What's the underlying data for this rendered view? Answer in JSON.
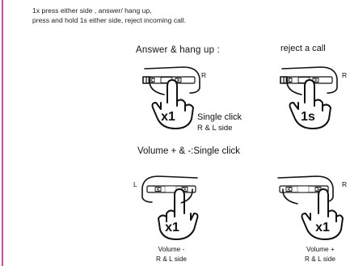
{
  "instructions": {
    "line1": "1x press either side , answer/ hang up,",
    "line2": "press and hold 1s either side, reject incoming call."
  },
  "answer_section": {
    "title": "Answer & hang up :",
    "side_label": "R",
    "badge": "x1",
    "note_line1": "Single click",
    "note_line2": "R & L side"
  },
  "reject_section": {
    "title": "reject a call",
    "side_label": "R",
    "badge": "1s"
  },
  "volume_section": {
    "title": "Volume + & -:Single click",
    "left": {
      "side_label": "L",
      "badge": "x1",
      "caption_line1": "Volume -",
      "caption_line2": "R & L side"
    },
    "right": {
      "side_label": "R",
      "badge": "x1",
      "caption_line1": "Volume +",
      "caption_line2": "R & L side"
    }
  },
  "colors": {
    "left_rule": "#d34aa6",
    "line_art": "#111111"
  },
  "icons": [
    "earbud-device-icon",
    "pressing-hand-icon"
  ]
}
